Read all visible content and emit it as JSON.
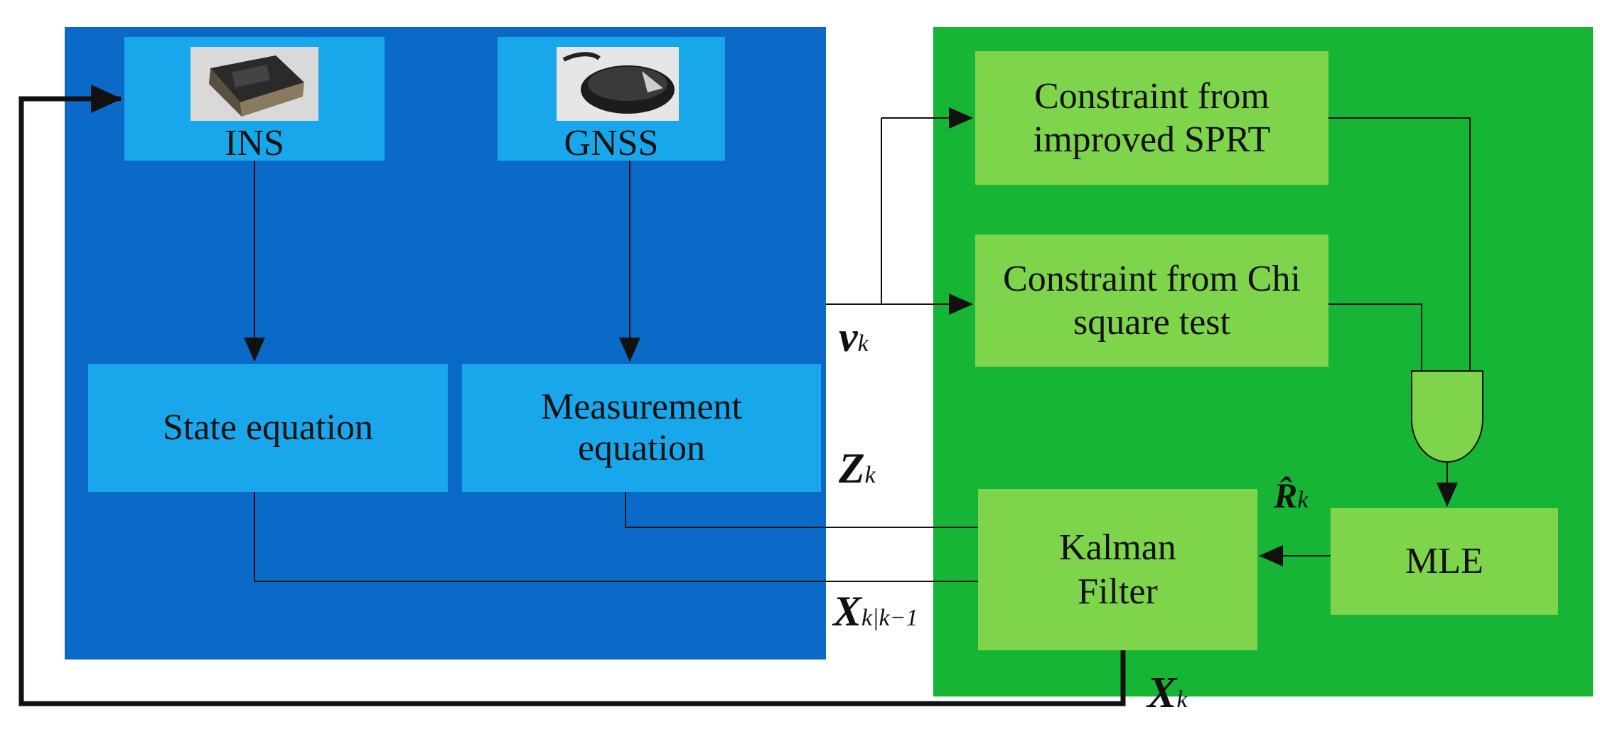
{
  "blocks": {
    "ins": "INS",
    "gnss": "GNSS",
    "state": "State equation",
    "measurement": "Measurement equation",
    "sprt": "Constraint from improved SPRT",
    "chi": "Constraint from Chi square test",
    "mle": "MLE",
    "kalman": "Kalman Filter"
  },
  "symbols": {
    "v": {
      "main": "v",
      "sub": "k"
    },
    "z": {
      "main": "Z",
      "sub": "k"
    },
    "r": {
      "main": "R̂",
      "sub": "k"
    },
    "xpred": {
      "main": "X",
      "sub": "k|k−1"
    },
    "x": {
      "main": "X",
      "sub": "k"
    }
  },
  "colors": {
    "left_panel": "#0b6ac8",
    "right_panel": "#16b535",
    "light_blue_box": "#19a7ec",
    "light_green_box": "#7ed44a",
    "wire": "#111111"
  }
}
